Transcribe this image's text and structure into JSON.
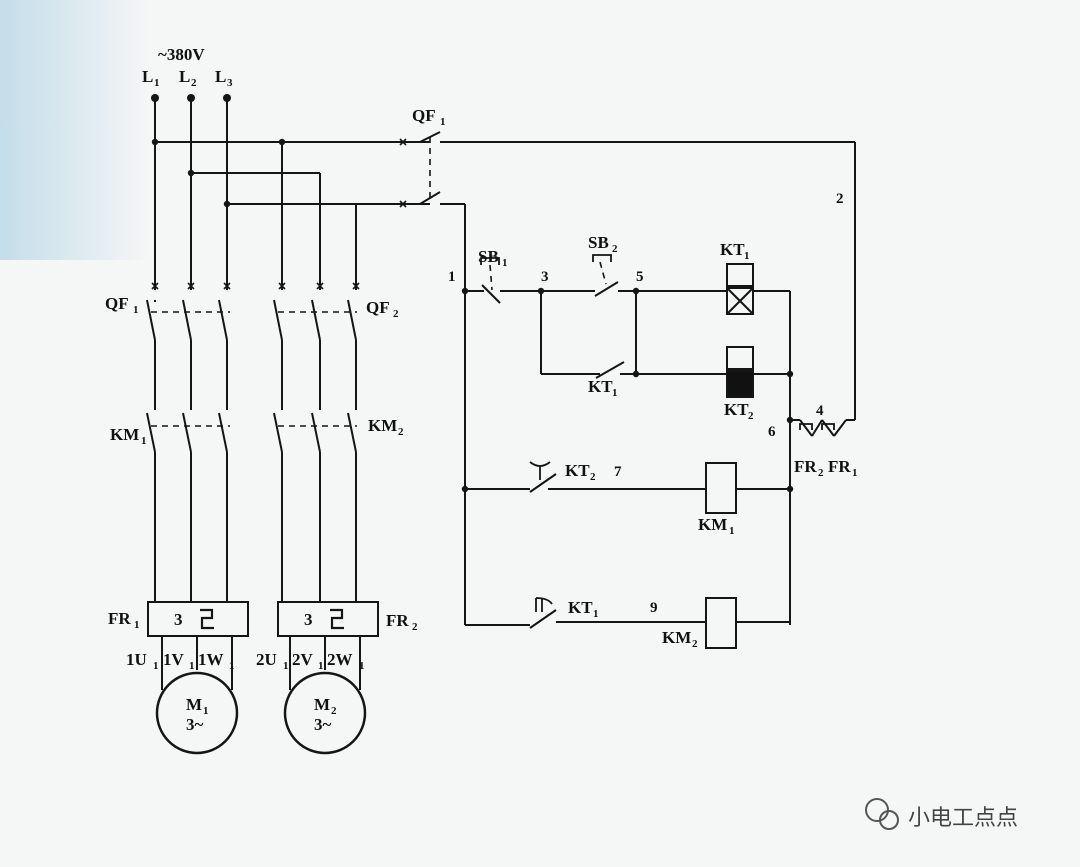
{
  "supply": {
    "voltage": "~380V",
    "lines": [
      "L",
      "L",
      "L"
    ],
    "line_subs": [
      "1",
      "2",
      "3"
    ]
  },
  "breakers": {
    "main": {
      "name": "QF",
      "sub": "1"
    },
    "motor1": {
      "name": "QF",
      "sub": "1"
    },
    "motor2": {
      "name": "QF",
      "sub": "2"
    }
  },
  "contactors": {
    "km1": {
      "name": "KM",
      "sub": "1"
    },
    "km2": {
      "name": "KM",
      "sub": "2"
    }
  },
  "overloads": {
    "fr1": {
      "name": "FR",
      "sub": "1",
      "poles": "3"
    },
    "fr2": {
      "name": "FR",
      "sub": "2",
      "poles": "3"
    }
  },
  "terminals": {
    "m1": [
      "1U",
      "1V",
      "1W"
    ],
    "m2": [
      "2U",
      "2V",
      "2W"
    ],
    "sub": "1"
  },
  "motors": {
    "m1": {
      "name": "M",
      "sub": "1",
      "phase": "3~"
    },
    "m2": {
      "name": "M",
      "sub": "2",
      "phase": "3~"
    }
  },
  "control": {
    "sb1": {
      "name": "SB",
      "sub": "1"
    },
    "sb2": {
      "name": "SB",
      "sub": "2"
    },
    "kt1": {
      "name": "KT",
      "sub": "1"
    },
    "kt2": {
      "name": "KT",
      "sub": "2"
    },
    "nodes": [
      "1",
      "2",
      "3",
      "4",
      "5",
      "6",
      "7",
      "9"
    ]
  },
  "watermark": "小电工点点"
}
